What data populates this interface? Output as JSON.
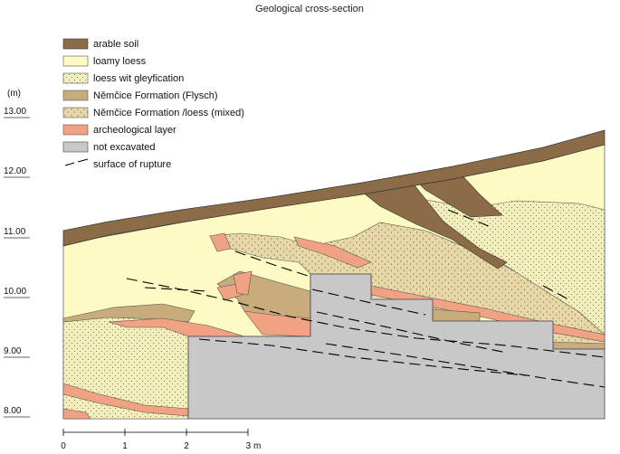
{
  "title": "Geological cross-section",
  "y_axis": {
    "unit": "(m)",
    "ticks": [
      "13.00",
      "12.00",
      "11.00",
      "10.00",
      "9.00",
      "8.00"
    ]
  },
  "x_axis": {
    "ticks": [
      "0",
      "1",
      "2",
      "3 m"
    ]
  },
  "legend": [
    {
      "key": "arable_soil",
      "label": "arable soil",
      "color": "#8b6c46"
    },
    {
      "key": "loamy_loess",
      "label": "loamy loess",
      "color": "#fdfbc3"
    },
    {
      "key": "loess_gley",
      "label": "loess wit gleyfication",
      "color": "#f2efbd"
    },
    {
      "key": "flysch",
      "label": "Němčice Formation (Flysch)",
      "color": "#c8ac7c"
    },
    {
      "key": "flysch_mixed",
      "label": "Němčice Formation /loess (mixed)",
      "color": "#e8d8a8"
    },
    {
      "key": "archeo",
      "label": "archeological layer",
      "color": "#f0a282"
    },
    {
      "key": "not_excavated",
      "label": "not excavated",
      "color": "#c8c8c8"
    },
    {
      "key": "rupture",
      "label": "surface of rupture",
      "color": "#000000"
    }
  ]
}
